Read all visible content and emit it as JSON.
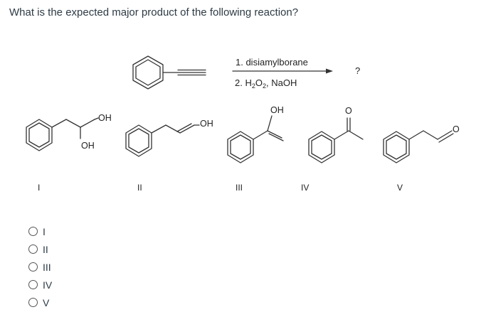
{
  "question": {
    "text": "What is the expected major product of the following reaction?"
  },
  "reaction": {
    "step1": "1. disiamylborane",
    "step2_prefix": "2. H",
    "step2_sub1": "2",
    "step2_mid": "O",
    "step2_sub2": "2",
    "step2_suffix": ", NaOH",
    "product_unknown": "?"
  },
  "structures": {
    "s1": {
      "group": "OH",
      "roman": "I"
    },
    "s2": {
      "group": "OH",
      "roman": "II"
    },
    "s3": {
      "group": "OH",
      "roman": "III"
    },
    "s4": {
      "group": "O",
      "roman": "IV"
    },
    "s5": {
      "group": "O",
      "roman": "V"
    }
  },
  "options": [
    {
      "label": "I"
    },
    {
      "label": "II"
    },
    {
      "label": "III"
    },
    {
      "label": "IV"
    },
    {
      "label": "V"
    }
  ]
}
